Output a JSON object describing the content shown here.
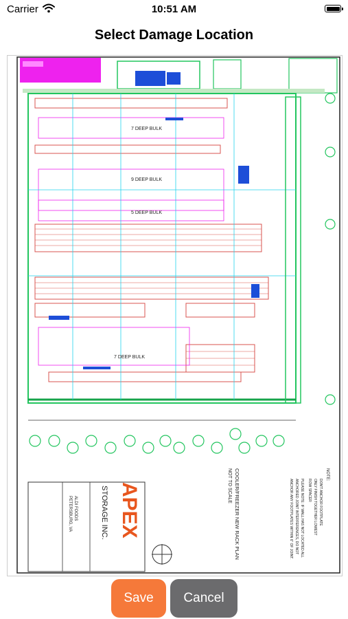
{
  "status_bar": {
    "carrier": "Carrier",
    "time": "10:51 AM"
  },
  "nav": {
    "title": "Select Damage Location"
  },
  "floor_plan": {
    "bulk_labels": [
      "7 DEEP BULK",
      "9 DEEP BULK",
      "5 DEEP BULK",
      "7 DEEP BULK"
    ],
    "plan_title": "COOLER/FREEZER NEW RACK PLAN",
    "scale_note": "NOT TO SCALE",
    "note_head": "NOTE:",
    "notes": [
      "DON'T ANCHOR FOOTPLATE",
      "ONLY FINISH TOGETHER LOWEST",
      "ROW SPACER",
      "PLEASE NOTE: IF WALL HAS NOT LOCATED ALL",
      "ANCHORED JOINT INTERFERENCES, DO NOT",
      "ANCHOR ANY FOOTPLATES WITHIN 6\" OF JOINT."
    ],
    "client": "ALDI FOODS",
    "city": "PETERSBURG, VA",
    "logo_text": "APEX",
    "logo_sub": "STORAGE INC."
  },
  "actions": {
    "save_label": "Save",
    "cancel_label": "Cancel"
  },
  "colors": {
    "save": "#f5793a",
    "cancel": "#6b6b6d",
    "drawing_green": "#22c55e",
    "drawing_red": "#d9534f",
    "drawing_magenta": "#ee22ee",
    "logo": "#e8561e"
  }
}
